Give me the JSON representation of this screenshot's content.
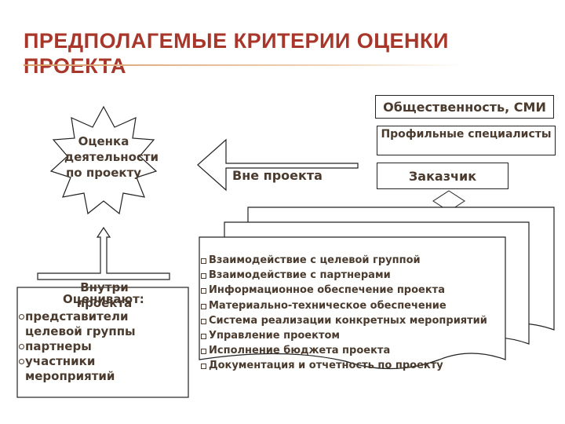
{
  "title": "ПРЕДПОЛАГЕМЫЕ КРИТЕРИИ ОЦЕНКИ ПРОЕКТА",
  "star": {
    "label": "Оценка деятельности по проекту"
  },
  "outside": {
    "label": "Вне проекта",
    "boxes": [
      "Общественность, СМИ",
      "Профильные специалисты",
      "Заказчик"
    ]
  },
  "inside": {
    "label": "Внутри проекта",
    "evaluators_heading": "Оценивают:",
    "evaluators": [
      "представители",
      "целевой группы",
      "партнеры",
      "участники",
      "мероприятий"
    ]
  },
  "criteria": [
    "Взаимодействие с целевой группой",
    "Взаимодействие с партнерами",
    "Информационное обеспечение проекта",
    "Материально-техническое обеспечение",
    "Система реализации конкретных мероприятий",
    "Управление проектом",
    "Исполнение бюджета проекта",
    "Документация и отчетность по проекту"
  ],
  "colors": {
    "title": "#a8362a",
    "text": "#4a3b2e",
    "line": "#222222"
  }
}
